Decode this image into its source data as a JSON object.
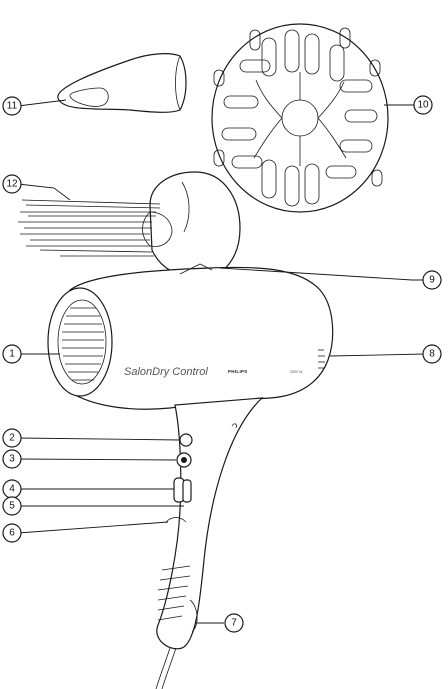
{
  "diagram": {
    "brand_text": "SalonDry Control",
    "logo_text": "PHILIPS",
    "wattage_text": "2000 W",
    "callouts": [
      "1",
      "2",
      "3",
      "4",
      "5",
      "6",
      "7",
      "8",
      "9",
      "10",
      "11",
      "12"
    ]
  }
}
